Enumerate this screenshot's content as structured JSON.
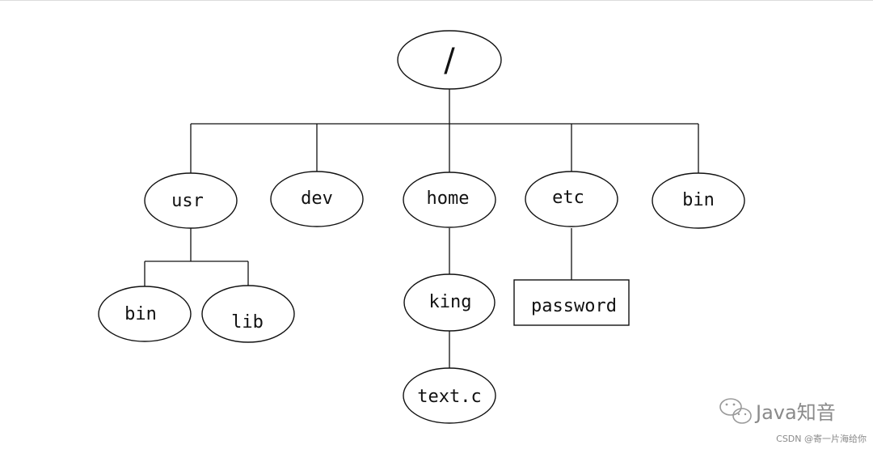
{
  "nodes": {
    "root": {
      "label": "/"
    },
    "usr": {
      "label": "usr"
    },
    "dev": {
      "label": "dev"
    },
    "home": {
      "label": "home"
    },
    "etc": {
      "label": "etc"
    },
    "bin_top": {
      "label": "bin"
    },
    "usr_bin": {
      "label": "bin"
    },
    "usr_lib": {
      "label": "lib"
    },
    "king": {
      "label": "king"
    },
    "textc": {
      "label": "text.c"
    },
    "password": {
      "label": "password"
    }
  },
  "watermark": {
    "title": "Java知音",
    "credit": "CSDN @寄一片海给你",
    "icon": "wechat-logo-icon"
  },
  "colors": {
    "stroke": "#111111",
    "background": "#ffffff",
    "watermark": "#8a8a8a"
  }
}
